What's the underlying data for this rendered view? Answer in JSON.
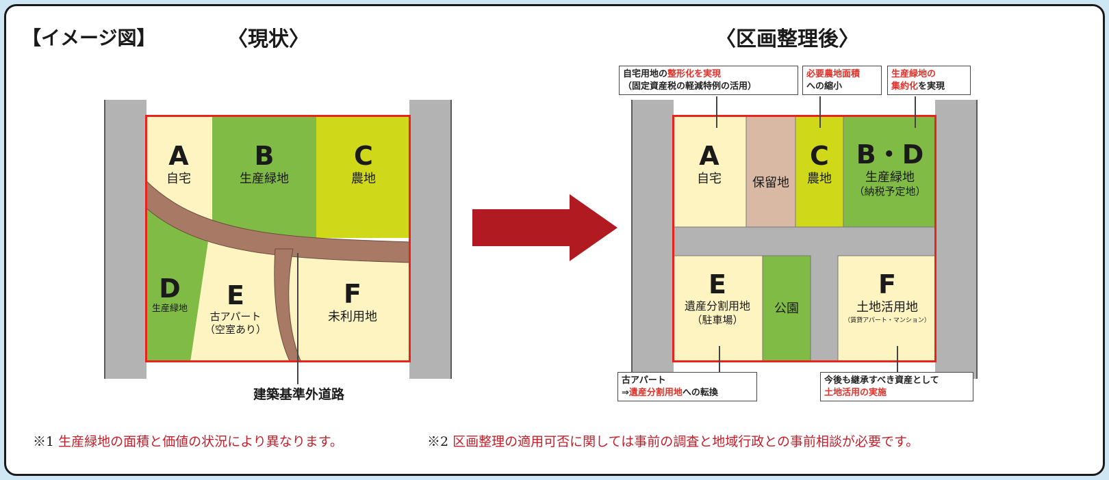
{
  "header": {
    "image_label": "【イメージ図】",
    "current_title": "〈現状〉",
    "after_title": "〈区画整理後〉"
  },
  "current": {
    "lots": [
      {
        "id": "A",
        "letter": "A",
        "label": "自宅"
      },
      {
        "id": "B",
        "letter": "B",
        "label": "生産緑地"
      },
      {
        "id": "C",
        "letter": "C",
        "label": "農地"
      },
      {
        "id": "D",
        "letter": "D",
        "label": "生産緑地"
      },
      {
        "id": "E",
        "letter": "E",
        "label": "古アパート",
        "sub": "（空室あり）"
      },
      {
        "id": "F",
        "letter": "F",
        "label": "未利用地"
      }
    ],
    "road_label": "建築基準外道路"
  },
  "after": {
    "lots": [
      {
        "id": "A",
        "letter": "A",
        "label": "自宅"
      },
      {
        "id": "reserve",
        "label": "保留地"
      },
      {
        "id": "C",
        "letter": "C",
        "label": "農地"
      },
      {
        "id": "BD",
        "letter": "B・D",
        "label": "生産緑地",
        "sub": "（納税予定地）"
      },
      {
        "id": "E",
        "letter": "E",
        "label": "遺産分割用地",
        "sub": "（駐車場）"
      },
      {
        "id": "park",
        "label": "公園"
      },
      {
        "id": "F",
        "letter": "F",
        "label": "土地活用地",
        "sub": "（賃貸アパート・マンション）"
      }
    ],
    "callouts": {
      "a_line1_black": "自宅用地の",
      "a_line1_red": "整形化を実現",
      "a_line2": "（固定資産税の軽減特例の活用）",
      "c_line1_red": "必要農地面積",
      "c_line2": "への縮小",
      "bd_line1_red": "生産緑地の",
      "bd_line2_red": "集約化",
      "bd_line2_black": "を実現",
      "e_line1": "古アパート",
      "e_line2_prefix": "⇒",
      "e_line2_red": "遺産分割用地",
      "e_line2_black": "への転換",
      "f_line1": "今後も継承すべき資産として",
      "f_line2_red": "土地活用の実施"
    }
  },
  "notes": {
    "n1_mark": "※1",
    "n1_text": "生産緑地の面積と価値の状況により異なります。",
    "n2_mark": "※2",
    "n2_text": "区画整理の適用可否に関しては事前の調査と地域行政との事前相談が必要です。"
  },
  "colors": {
    "boundary_red": "#e8231d",
    "arrow": "#b11a20",
    "residential": "#fdf4c1",
    "green_land": "#7fbb45",
    "farmland": "#cfd91a",
    "reserve": "#d9b9a3",
    "road": "#b3b3b3",
    "private_road": "#a87a66"
  }
}
